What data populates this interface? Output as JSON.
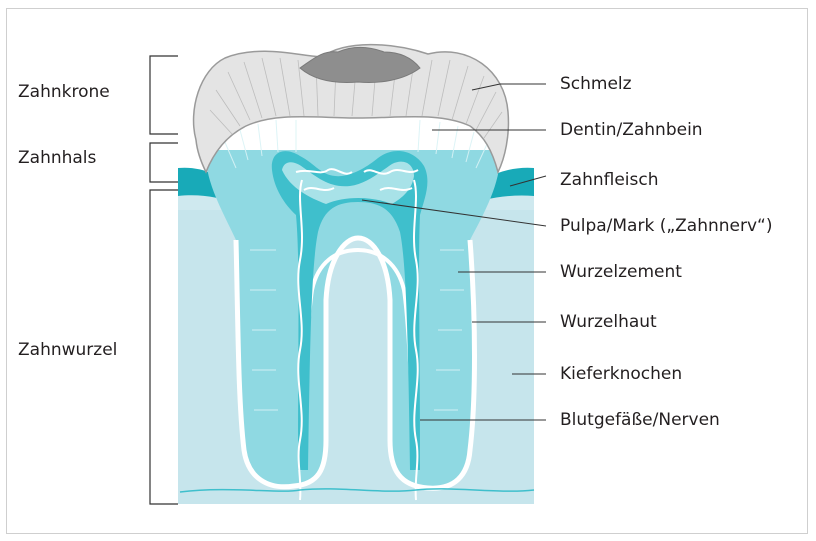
{
  "region_labels": {
    "crown": "Zahnkrone",
    "neck": "Zahnhals",
    "root": "Zahnwurzel"
  },
  "part_labels": {
    "enamel": "Schmelz",
    "dentin": "Dentin/Zahnbein",
    "gum": "Zahnfleisch",
    "pulp": "Pulpa/Mark („Zahnnerv“)",
    "cementum": "Wurzelzement",
    "periodontium": "Wurzelhaut",
    "jawbone": "Kieferknochen",
    "vessels": "Blutgefäße/Nerven"
  },
  "colors": {
    "bone": "#cfe9ef",
    "gum": "#18aab8",
    "dentin": "#8fd9e2",
    "enamel": "#e4e4e4",
    "pulp": "#3fbfcc",
    "leader": "#333333"
  }
}
